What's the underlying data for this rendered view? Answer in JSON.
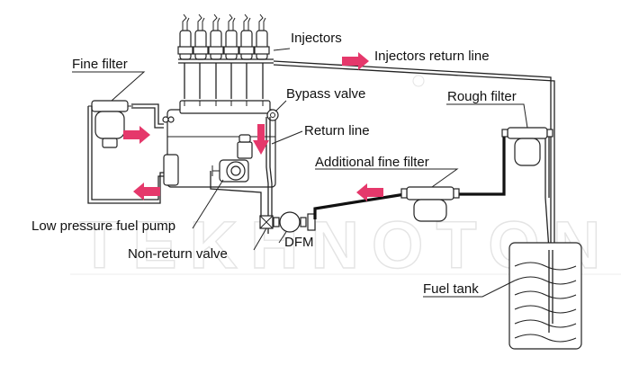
{
  "watermark": "TEKHNOTON",
  "colors": {
    "flow_arrow": "#e5386b",
    "line": "#222222",
    "watermark": "#e4e4e4"
  },
  "labels": {
    "injectors": "Injectors",
    "injectors_return_line": "Injectors return line",
    "fine_filter": "Fine filter",
    "bypass_valve": "Bypass valve",
    "rough_filter": "Rough filter",
    "return_line": "Return line",
    "additional_fine_filter": "Additional fine filter",
    "low_pressure_fuel_pump": "Low pressure fuel pump",
    "dfm": "DFM",
    "non_return_valve": "Non-return valve",
    "fuel_tank": "Fuel tank"
  }
}
